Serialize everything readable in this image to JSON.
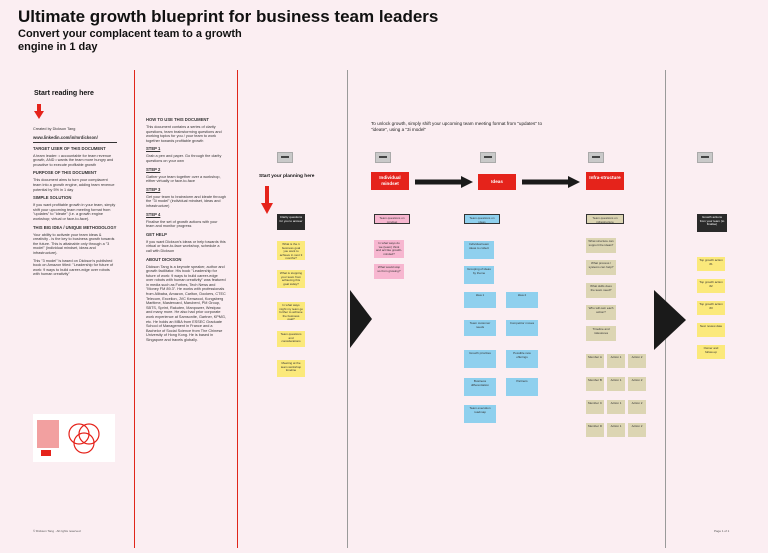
{
  "header": {
    "title": "Ultimate growth blueprint for business team leaders",
    "subtitle": "Convert your complacent team to a growth engine in 1 day"
  },
  "intro": {
    "start_reading": "Start reading here",
    "created_by": "Created by Dickson Tang",
    "link": "www.linkedin.com/in/mrdickson/",
    "target_heading": "TARGET USER OF THIS DOCUMENT",
    "target_text": "A team leader: • accountable for team revenue growth, AND • wants the team more hungry and proactive to execute profitable growth",
    "purpose_heading": "PURPOSE OF THIS DOCUMENT",
    "purpose_text": "This document aims to turn your complacent team into a growth engine, adding team revenue potential by 5% in 1 day",
    "solution_heading": "SIMPLE SOLUTION",
    "solution_text": "If you want profitable growth in your team, simply shift your upcoming team meeting format from \"updates\" to \"ideate\" (i.e. a growth engine workshop; virtual or face-to-face).",
    "idea_heading": "THIS BIG IDEA / UNIQUE METHODOLOGY",
    "idea_text": "Your ability to activate your team ideas & creativity - is the key to business growth towards the future. This is attainable only through a \"3 model\" (individual mindset, ideas and infrastructure).",
    "model_text": "This \"3 model\" is based on Dickson's published book on Amazon titled: \"Leadership for future of work: 9 ways to build career-edge over robots with human creativity\""
  },
  "howto": {
    "heading": "HOW TO USE THIS DOCUMENT",
    "text": "This document contains a series of clarity questions, team brainstorming questions and working topics for you / your team to work together towards profitable growth",
    "step1_label": "STEP 1",
    "step1_text": "Grab a pen and paper. Go through the clarity questions on your own",
    "step2_label": "STEP 2",
    "step2_text": "Gather your team together over a workshop, either virtually or face-to-face",
    "step3_label": "STEP 3",
    "step3_text": "Get your team to brainstorm and ideate through the \"3i model\" (individual mindset, ideas and infrastructure)",
    "step4_label": "STEP 4",
    "step4_text": "Finalise the set of growth actions with your team and monitor progress",
    "help_heading": "GET HELP",
    "help_text": "If you want Dickson's ideas or help towards this virtual or face-to-face workshop, schedule a call with Dickson",
    "about_heading": "ABOUT DICKSON",
    "about_text": "Dickson Tang is a keynote speaker, author and growth facilitator. His book \"Leadership for future of work: 9 ways to build career-edge over robots with human creativity\" was featured in media such as Forbes, Tech News and \"Money FM 89.3\". He works with professionals from Alibaba, Amazon, Carlton, Dockers, CTEC Telecom, Excelion, JVC Kenwood, Kongsberg Maritime, Mastercard, Marubeni, PM Group, SBTS, Sprint, Rakuten, Manpower, Westpac and many more. He also had prior corporate work experience at Samsonite, Gartner, KPMG, etc. He holds an MBA from ESSEC Graduate School of Management in France and a Bachelor of Social Science from The Chinese University of Hong Kong. He is based in Singapore and travels globally."
  },
  "planning": {
    "start_planning": "Start your planning here",
    "unlock_text": "To unlock growth, simply shift your upcoming team meeting format from \"updates\" to \"ideate\", using a \"3i model\"",
    "stage_individual": "Individual mindset",
    "stage_ideas": "Ideas",
    "stage_infra": "Infra-structure",
    "clarity_card": "Clarity questions for you to answer",
    "pink_header": "Team questions on mindset",
    "blue_header": "Team questions on ideas",
    "olive_header": "Team questions on infrastructure",
    "final_card": "Growth actions from your team (to finalise)",
    "yellow_notes": [
      "What is the 1 business goal you want to achieve in next 3 months?",
      "What is stopping your team from achieving this goal today?",
      "In what ways might my team go further to achieve the business goal?",
      "Team questions and considerations",
      "Meeting at the team workshop timeline"
    ],
    "pink_notes": [
      "In what ways do we (team) think and act like growth-minded?",
      "What would stop us from growing?"
    ],
    "blue_notes": [
      "Individual team ideas to collect",
      "Grouping of ideas by theme",
      "Idea 1",
      "Idea 2",
      "Team customer needs",
      "Competitor moves",
      "Growth priorities",
      "Possible new offerings",
      "Business differentiation",
      "Partners",
      "Team execution roadmap"
    ],
    "olive_notes": [
      "What structure can support the ideas?",
      "What process / systems can help?",
      "What skills does the team need?",
      "Who will own each action?",
      "Timeline and milestones",
      "Member A",
      "Action 1",
      "Action 2",
      "Member B",
      "Action 1",
      "Action 2",
      "Member C",
      "Action 1",
      "Action 2",
      "Member D",
      "Action 1",
      "Action 2"
    ],
    "final_notes": [
      "Top growth action #1",
      "Top growth action #2",
      "Top growth action #3",
      "Next review date",
      "Owner and follow-up"
    ]
  },
  "footer": {
    "left": "© Dickson Tang · All rights reserved",
    "right": "Page 1 of 1"
  },
  "colors": {
    "background": "#fbeef2",
    "accent_red": "#e5231b",
    "sticky_yellow": "#fbe97b",
    "sticky_pink": "#f7b6d0",
    "sticky_blue": "#8fd0ee",
    "sticky_olive": "#dcd5b3"
  }
}
